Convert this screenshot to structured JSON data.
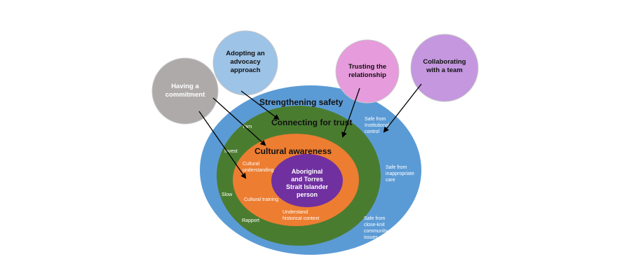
{
  "diagram": {
    "colors": {
      "strengthening_safety": "#5b9bd5",
      "connecting_for_trust": "#4a7c30",
      "cultural_awareness": "#ed7d31",
      "center": "#7030a0",
      "commitment": "#aeaaaa",
      "advocacy": "#9dc3e6",
      "trusting": "#e69bdc",
      "collaborating": "#c497df",
      "arrow": "#000000"
    },
    "rings": {
      "strengthening_safety": {
        "title": "Strengthening safety",
        "items": [
          [
            "Safe from",
            "Institutional",
            "control"
          ],
          [
            "Safe from",
            "inappropriate",
            "care"
          ],
          [
            "Safe from",
            "close-knit",
            "community",
            "issues"
          ]
        ]
      },
      "connecting_for_trust": {
        "title": "Connecting for trust",
        "items": [
          "Yarn",
          "Invest",
          "Slow",
          "Rapport"
        ]
      },
      "cultural_awareness": {
        "title": "Cultural awareness",
        "items": [
          [
            "Cultural",
            "understanding"
          ],
          [
            "Cultural training"
          ],
          [
            "Understand",
            "historical context"
          ]
        ]
      },
      "center": {
        "lines": [
          "Aboriginal",
          "and Torres",
          "Strait Islander",
          "person"
        ]
      }
    },
    "circles": [
      {
        "id": "commitment",
        "lines": [
          "Having a",
          "commitment"
        ],
        "text_color": "#ffffff"
      },
      {
        "id": "advocacy",
        "lines": [
          "Adopting an",
          "advocacy",
          "approach"
        ],
        "text_color": "#111111"
      },
      {
        "id": "trusting",
        "lines": [
          "Trusting the",
          "relationship"
        ],
        "text_color": "#111111"
      },
      {
        "id": "collaborating",
        "lines": [
          "Collaborating",
          "with a team"
        ],
        "text_color": "#111111"
      }
    ]
  }
}
